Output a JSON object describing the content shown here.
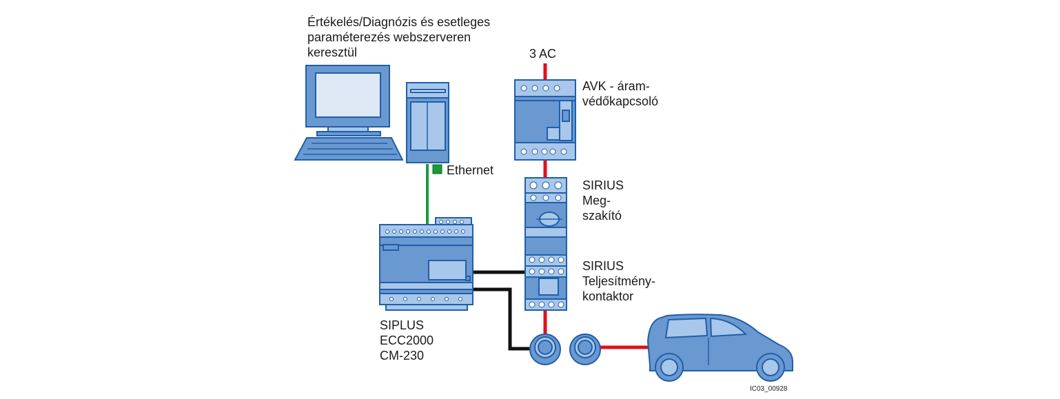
{
  "labels": {
    "web_server": "Értékelés/Diagnózis és esetleges\nparaméterezés webszerveren\nkeresztül",
    "power_supply": "3 AC",
    "rcd": "AVK - áram-\nvédőkapcsoló",
    "breaker": "SIRIUS\nMeg-\nszakító",
    "contactor": "SIRIUS\nTeljesítmény-\nkontaktor",
    "ethernet": "Ethernet",
    "controller": "SIPLUS\nECC2000\nCM-230",
    "figure_id": "IC03_00928"
  },
  "colors": {
    "device_fill": "#6a98d0",
    "device_stroke": "#1f5fa8",
    "device_light": "#a9c7ea",
    "screen_fill": "#dfe9f6",
    "power_line": "#e0101a",
    "ethernet_line": "#1a9a3a",
    "control_line": "#111111"
  }
}
